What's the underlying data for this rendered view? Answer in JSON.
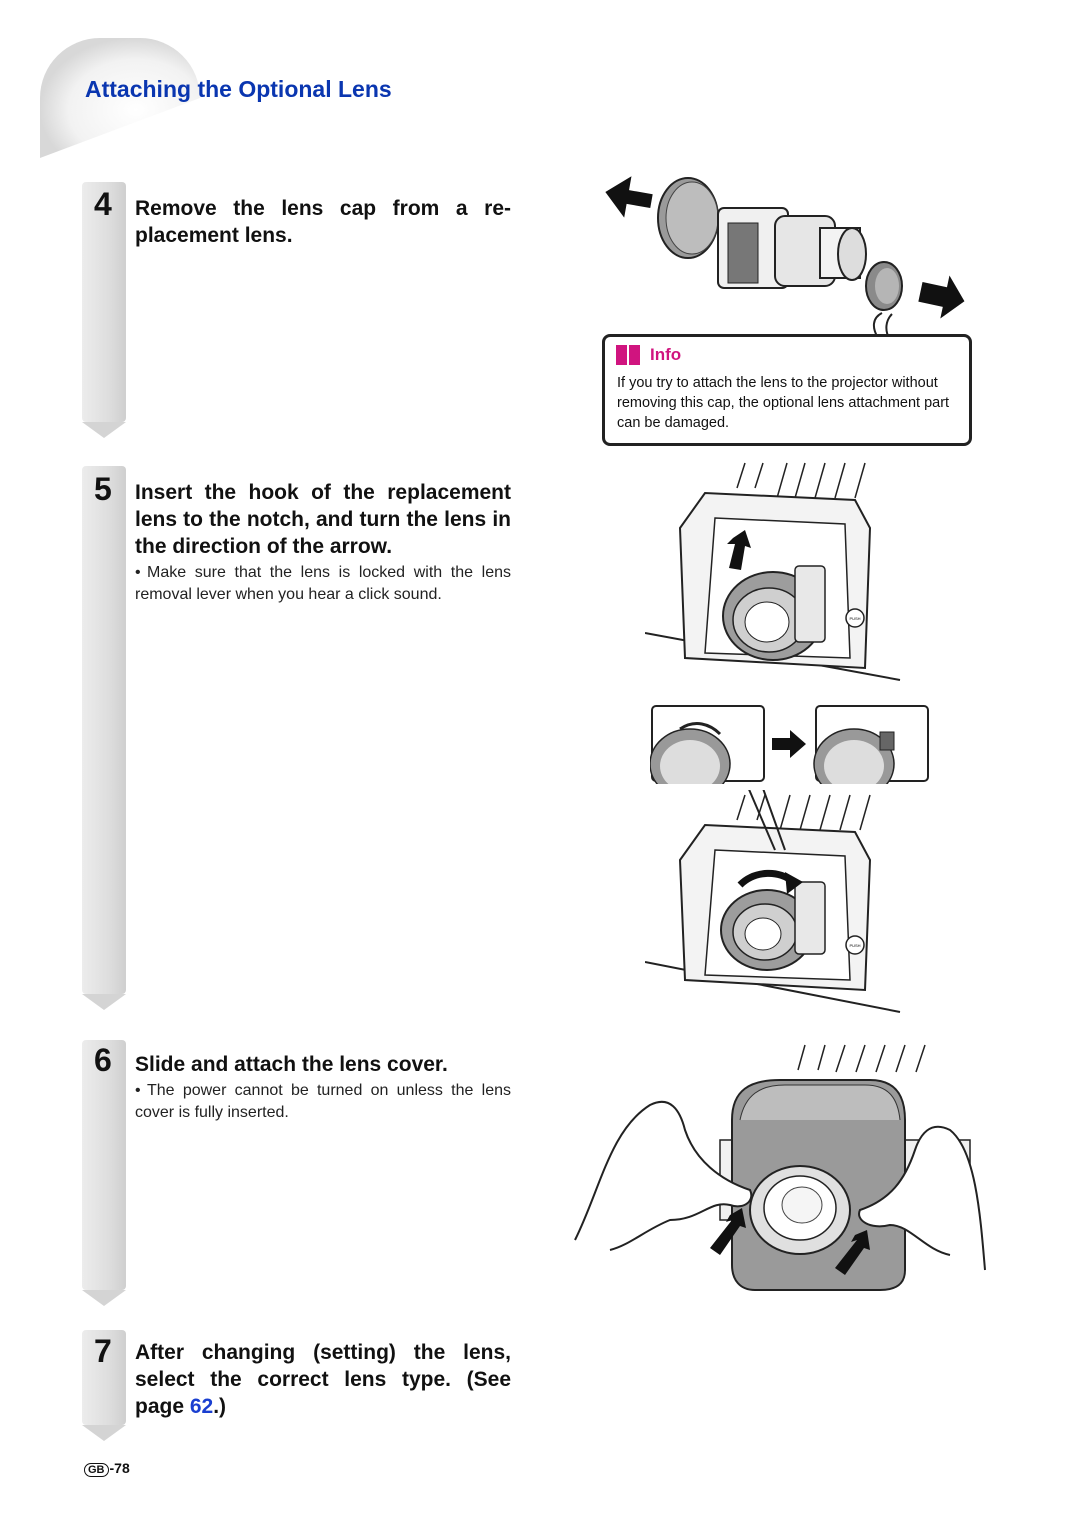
{
  "page": {
    "title": "Attaching the Optional Lens",
    "page_number_prefix": "GB",
    "page_number": "-78"
  },
  "steps": [
    {
      "number": "4",
      "heading": "Remove the lens cap from a re- placement lens."
    },
    {
      "number": "5",
      "heading": "Insert the hook of the replacement lens to the notch, and turn the lens in the direction of the arrow.",
      "bullet": "Make sure that the lens is locked with the lens removal lever when you hear a click sound."
    },
    {
      "number": "6",
      "heading": "Slide and attach the lens cover.",
      "bullet": "The power cannot be turned on unless the lens cover is fully inserted."
    },
    {
      "number": "7",
      "heading_before_link": "After changing (setting) the lens, select the correct lens type. (See page ",
      "link_text": "62",
      "heading_after_link": ".)"
    }
  ],
  "info": {
    "label": "Info",
    "text": "If you try to attach the lens to the projector without removing this cap, the optional lens attachment part can be damaged."
  },
  "illustration_labels": {
    "push": "PUSH"
  },
  "colors": {
    "title": "#0a36b0",
    "info_label": "#d0147f",
    "link": "#1a3fd0",
    "bar": "#dedede"
  },
  "icons": [
    "book-icon",
    "arrow-left-icon",
    "arrow-right-icon",
    "arrow-up-icon"
  ]
}
